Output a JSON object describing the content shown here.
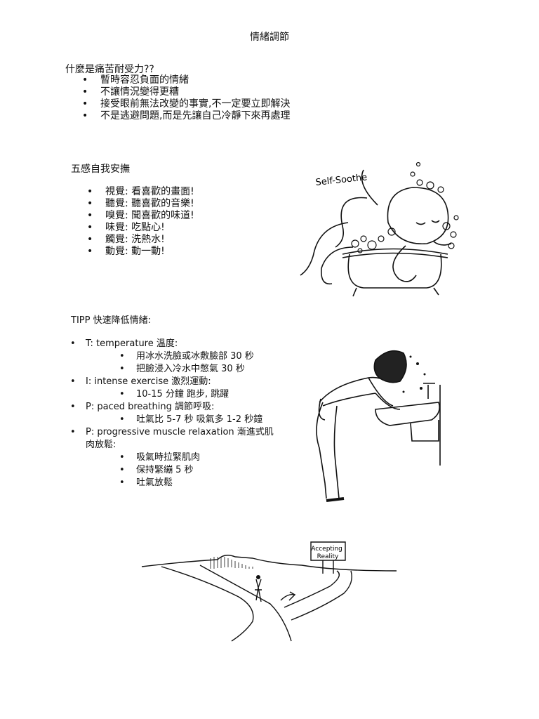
{
  "doc": {
    "title": "情緒調節",
    "section1": {
      "heading": "什麼是痛苦耐受力??",
      "items": [
        "暫時容忍負面的情緒",
        "不讓情況變得更糟",
        "接受眼前無法改變的事實,不一定要立即解決",
        "不是逃避問題,而是先讓自己冷靜下來再處理"
      ]
    },
    "section2": {
      "heading": "五感自我安撫",
      "items": [
        "視覺: 看喜歡的畫面!",
        "聽覺: 聽喜歡的音樂!",
        "嗅覺: 聞喜歡的味道!",
        "味覺: 吃點心!",
        "觸覺: 洗熱水!",
        "動覺: 動一動!"
      ]
    },
    "section3": {
      "heading": "TIPP 快速降低情緒:",
      "items": [
        {
          "label": "T: temperature 溫度:",
          "sub": [
            "用冰水洗臉或冰敷臉部 30 秒",
            "把臉浸入冷水中憋氣 30 秒"
          ]
        },
        {
          "label": "I: intense exercise 激烈運動:",
          "sub": [
            "10-15 分鐘 跑步, 跳躍"
          ]
        },
        {
          "label": "P: paced breathing 調節呼吸:",
          "sub": [
            "吐氣比 5-7 秒 吸氣多 1-2 秒鐘"
          ]
        },
        {
          "label": "P: progressive muscle relaxation 漸進式肌肉放鬆:",
          "sub": [
            "吸氣時拉緊肌肉",
            "保持緊繃 5 秒",
            "吐氣放鬆"
          ]
        }
      ]
    },
    "illustrations": {
      "octopus_label": "Self-Soothe",
      "road_sign": "Accepting Reality"
    }
  }
}
